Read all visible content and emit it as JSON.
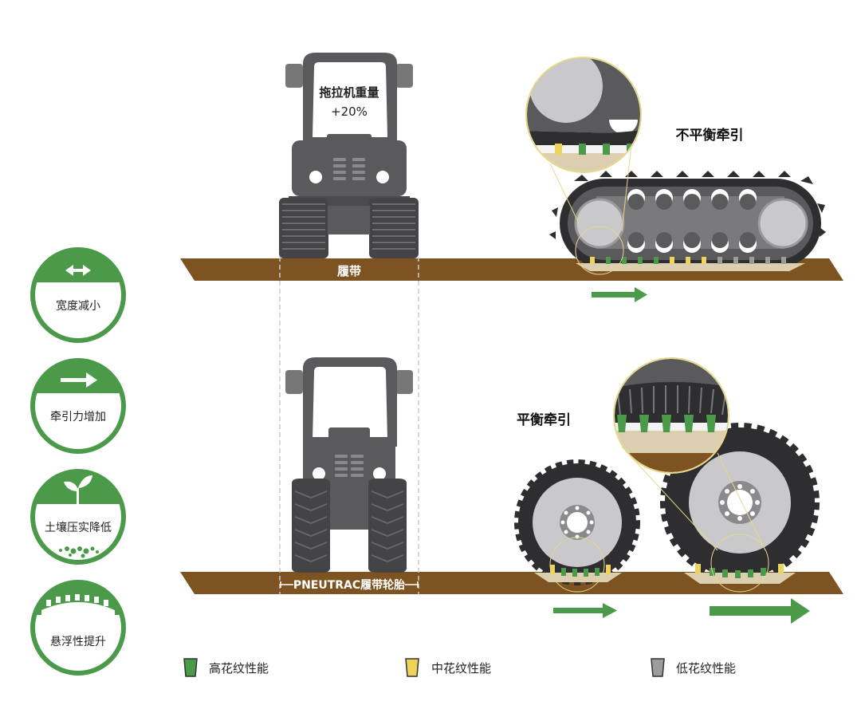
{
  "top": {
    "weight_label_line1": "拖拉机重量",
    "weight_label_line2": "+20%",
    "ground_label": "履带",
    "traction_label": "不平衡牵引"
  },
  "bottom": {
    "ground_label": "PNEUTRAC履带轮胎",
    "traction_label": "平衡牵引"
  },
  "benefits": [
    {
      "label": "宽度减小",
      "icon": "double-arrow-icon"
    },
    {
      "label": "牵引力增加",
      "icon": "arrow-right-icon"
    },
    {
      "label": "土壤压实降低",
      "icon": "sprout-icon"
    },
    {
      "label": "悬浮性提升",
      "icon": "tread-icon"
    }
  ],
  "legend": [
    {
      "label": "高花纹性能",
      "color": "#4a9a4a"
    },
    {
      "label": "中花纹性能",
      "color": "#ecd35a"
    },
    {
      "label": "低花纹性能",
      "color": "#9c9c9c"
    }
  ],
  "colors": {
    "green": "#4a9a4a",
    "soil": "#7d5421",
    "tan": "#dccfb0",
    "tractor": "#58585a"
  }
}
